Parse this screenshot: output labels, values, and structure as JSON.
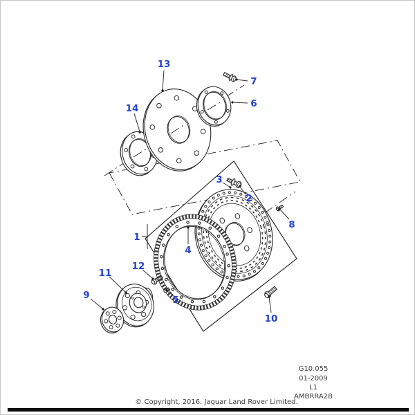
{
  "diagram": {
    "title_hint": "Exploded parts diagram - flywheel and drive plate",
    "callouts": [
      "1",
      "2",
      "3",
      "4",
      "5",
      "6",
      "7",
      "8",
      "9",
      "10",
      "11",
      "12",
      "13",
      "14"
    ],
    "footer": {
      "doc_code": "G10.055",
      "doc_date": "01-2009",
      "sheet_code": "L1",
      "drawing_ref": "AMBRRA2B",
      "copyright": "© Copyright, 2016. Jaguar Land Rover Limited."
    },
    "colors": {
      "callout": "#2543d1",
      "line_art": "#2e2e2e",
      "footer_text": "#3a3a3a"
    }
  }
}
